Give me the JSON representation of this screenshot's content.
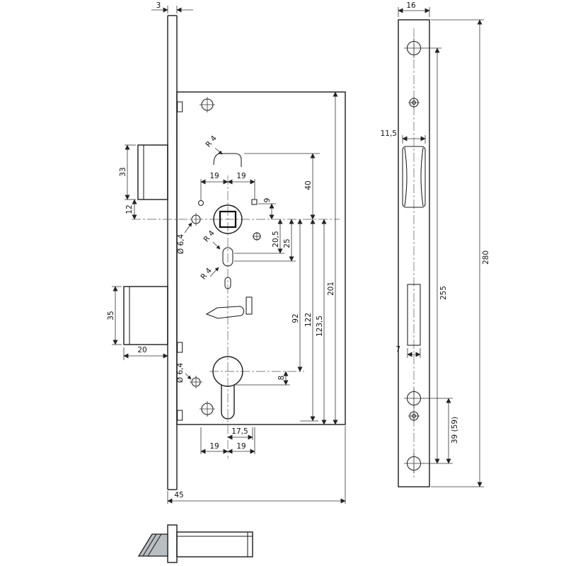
{
  "main_view": {
    "dim_faceplate_thickness": "3",
    "dim_latch_height": "33",
    "dim_latch_to_axis": "12",
    "dim_deadbolt_height": "35",
    "dim_deadbolt_throw": "20",
    "dim_case_width": "45",
    "dim_screw_hole_top": "Ø 6,4",
    "dim_screw_hole_bottom": "Ø 6,4",
    "radius_1": "R 4",
    "radius_2": "R 4",
    "radius_3": "R 4",
    "dim_spacing_top_left": "19",
    "dim_spacing_top_right": "19",
    "dim_square": "9",
    "dim_20_5": "20,5",
    "dim_25": "25",
    "dim_40": "40",
    "dim_92": "92",
    "dim_122": "122",
    "dim_123_5": "123,5",
    "dim_case_height": "201",
    "dim_8": "8",
    "dim_17_5": "17,5",
    "dim_spacing_bottom_left": "19",
    "dim_spacing_bottom_right": "19"
  },
  "faceplate_view": {
    "dim_width": "16",
    "dim_latch_cutout": "11,5",
    "dim_bolt_cutout": "7",
    "dim_screw_distance": "255",
    "dim_lower_holes": "39 (59)",
    "dim_length": "280"
  }
}
